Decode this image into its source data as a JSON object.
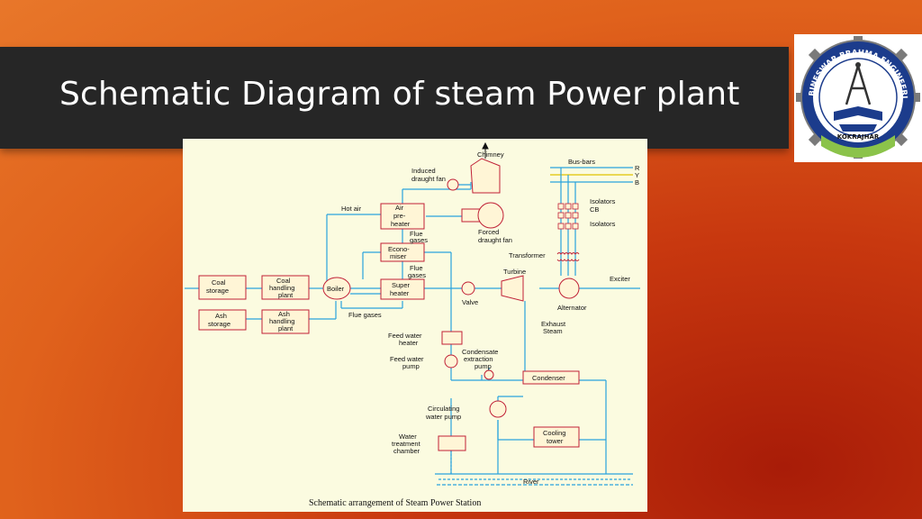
{
  "slide": {
    "title": "Schematic Diagram of steam Power plant"
  },
  "logo": {
    "ring_text": "BINESWAR BRAHMA ENGINEERING COLLEGE",
    "place": "KOKRAJHAR"
  },
  "diagram": {
    "caption": "Schematic arrangement of Steam Power Station",
    "labels": {
      "chimney": "Chimney",
      "induced_1": "Induced",
      "induced_2": "draught fan",
      "hot_air": "Hot air",
      "air_1": "Air",
      "air_2": "pre-",
      "air_3": "heater",
      "flue_1a": "Flue",
      "flue_1b": "gases",
      "econ_1": "Econo-",
      "econ_2": "miser",
      "flue_2a": "Flue",
      "flue_2b": "gases",
      "super_1": "Super",
      "super_2": "heater",
      "forced_1": "Forced",
      "forced_2": "draught fan",
      "coal_storage_1": "Coal",
      "coal_storage_2": "storage",
      "coal_handling_1": "Coal",
      "coal_handling_2": "handling",
      "coal_handling_3": "plant",
      "boiler": "Boiler",
      "ash_storage_1": "Ash",
      "ash_storage_2": "storage",
      "ash_handling_1": "Ash",
      "ash_handling_2": "handling",
      "ash_handling_3": "plant",
      "flue_gases": "Flue gases",
      "bus_bars": "Bus-bars",
      "r": "R",
      "y": "Y",
      "b": "B",
      "isolators_cb_1": "Isolators",
      "isolators_cb_2": "CB",
      "isolators": "Isolators",
      "transformer": "Transformer",
      "turbine": "Turbine",
      "exciter": "Exciter",
      "valve": "Valve",
      "alternator": "Alternator",
      "exhaust_1": "Exhaust",
      "exhaust_2": "Steam",
      "fw_heater_1": "Feed water",
      "fw_heater_2": "heater",
      "cond_pump_1": "Condensate",
      "cond_pump_2": "extraction",
      "cond_pump_3": "pump",
      "fw_pump_1": "Feed water",
      "fw_pump_2": "pump",
      "condenser": "Condenser",
      "circ_1": "Circulating",
      "circ_2": "water pump",
      "cooling_1": "Cooling",
      "cooling_2": "tower",
      "wt_1": "Water",
      "wt_2": "treatment",
      "wt_3": "chamber",
      "river": "River"
    }
  }
}
